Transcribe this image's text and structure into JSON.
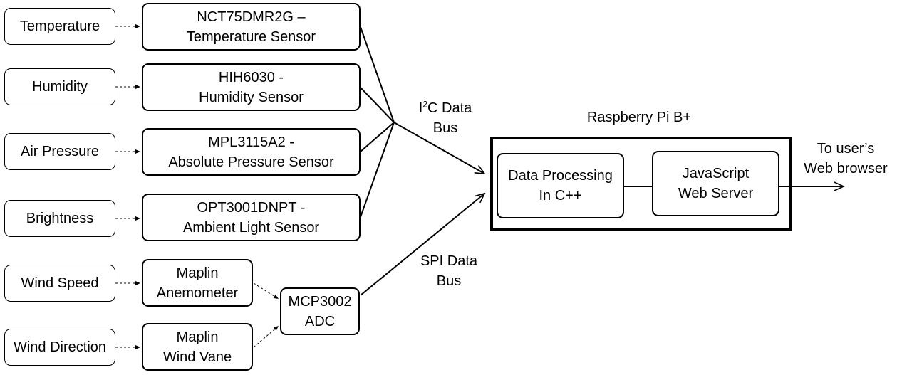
{
  "quantities": {
    "temperature": "Temperature",
    "humidity": "Humidity",
    "air_pressure": "Air Pressure",
    "brightness": "Brightness",
    "wind_speed": "Wind Speed",
    "wind_direction": "Wind Direction"
  },
  "sensors": {
    "temperature": [
      "NCT75DMR2G –",
      "Temperature Sensor"
    ],
    "humidity": [
      "HIH6030 -",
      "Humidity Sensor"
    ],
    "pressure": [
      "MPL3115A2 -",
      "Absolute Pressure Sensor"
    ],
    "light": [
      "OPT3001DNPT -",
      "Ambient Light Sensor"
    ],
    "anemometer": [
      "Maplin",
      "Anemometer"
    ],
    "wind_vane": [
      "Maplin",
      "Wind Vane"
    ]
  },
  "adc": [
    "MCP3002",
    "ADC"
  ],
  "i2c_bus": {
    "line1_pre": "I",
    "line1_sup": "2",
    "line1_post": "C Data",
    "line2": "Bus"
  },
  "spi_bus": [
    "SPI Data",
    "Bus"
  ],
  "pi": {
    "title": "Raspberry Pi B+",
    "processing": [
      "Data Processing",
      "In C++"
    ],
    "server": [
      "JavaScript",
      "Web Server"
    ]
  },
  "output": [
    "To user’s",
    "Web browser"
  ]
}
